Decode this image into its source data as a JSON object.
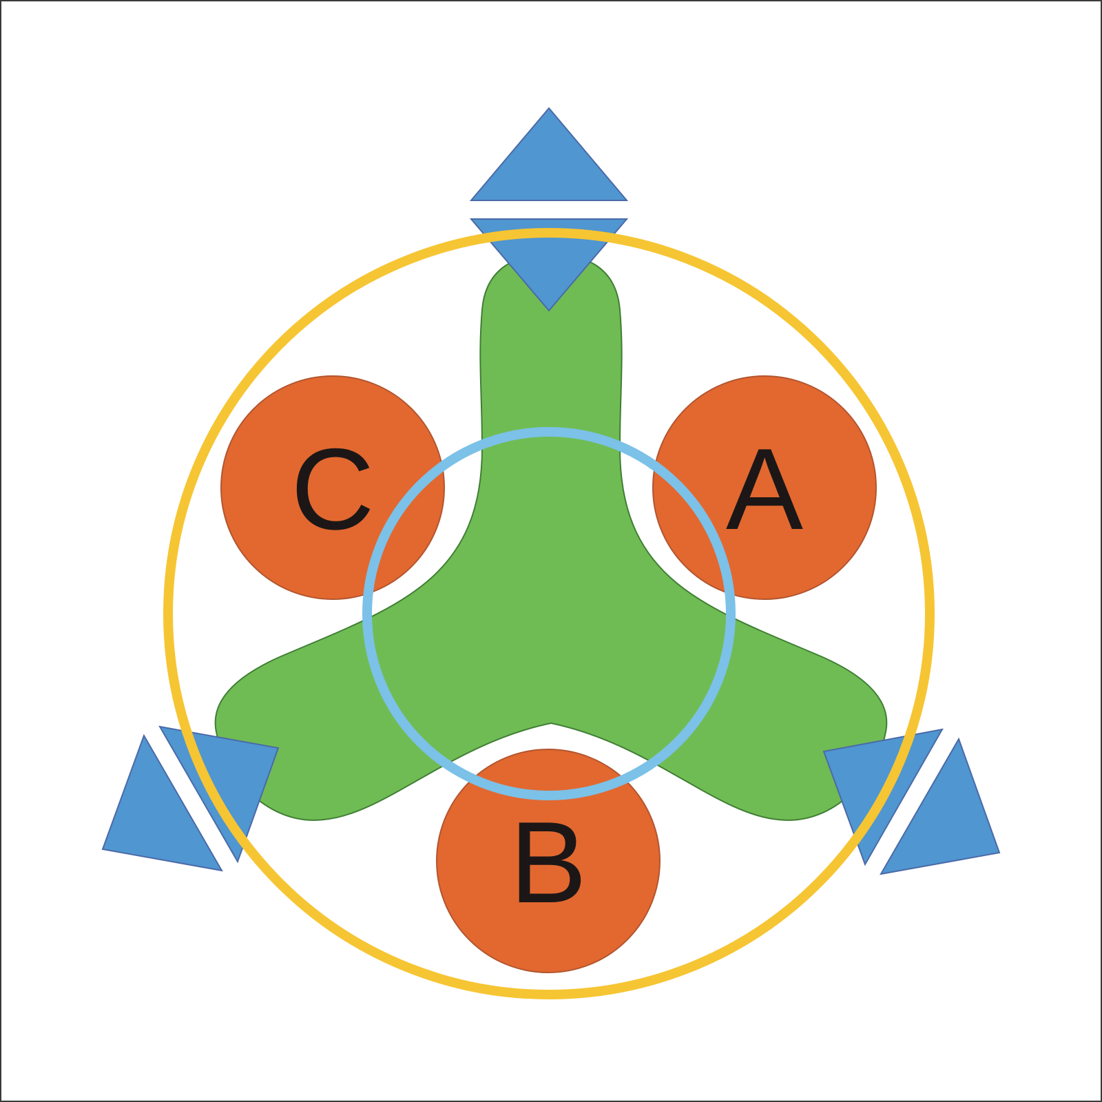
{
  "diagram": {
    "labels": {
      "a": "A",
      "b": "B",
      "c": "C"
    },
    "colors": {
      "background": "#ffffff",
      "frame": "#3a3a3a",
      "tripod_fill": "#70bc54",
      "tripod_stroke": "#3f7f34",
      "node_fill": "#e26830",
      "node_stroke": "#b2552f",
      "label_color": "#1c1716",
      "arrow_fill": "#5096d0",
      "arrow_stroke": "#4a6aa8",
      "outer_ring": "#f6c533",
      "inner_ring": "#7bc1e8"
    },
    "shapes": {
      "tripod": "three-armed-blob",
      "nodes": "circles",
      "arrows": "triangles",
      "rings": "concentric-circles"
    }
  }
}
